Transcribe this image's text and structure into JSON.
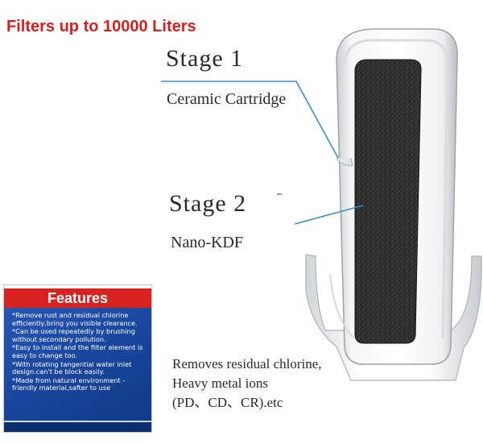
{
  "headline": "Filters up to 10000 Liters",
  "stage1": {
    "title": "Stage 1",
    "subtitle": "Ceramic Cartridge"
  },
  "stage2": {
    "title": "Stage 2",
    "subtitle": "Nano-KDF"
  },
  "description": {
    "lines": [
      "Removes residual chlorine,",
      "Heavy metal ions",
      "(PD、CD、CR).etc"
    ]
  },
  "features": {
    "title": "Features",
    "items": [
      "*Remove rust and residual chlorine efficiently,bring you visible clearance.",
      "*Can be used repeatedly by brushing without secondary pollution.",
      "*Easy to install and the filter element is easy to change too.",
      "*With rotating tangential water inlet design.can't be block easily.",
      "*Made from natural environment -friendly material,safter to use"
    ]
  },
  "colors": {
    "headline": "#d6201f",
    "features_header": "#d8221f",
    "features_panel": "#123f8f",
    "callout_line": "#3a8fc2",
    "filter_media": "#2b2e2b"
  }
}
